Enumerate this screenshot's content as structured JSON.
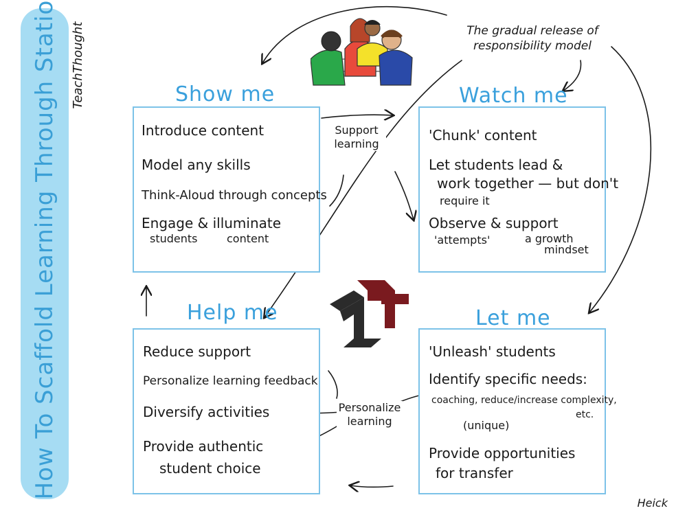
{
  "side_title": "How To Scaffold Learning Through Station Teaching",
  "brand": "TeachThought",
  "model_note": "The gradual release of responsibility model",
  "signature": "Heick",
  "panels": {
    "show": {
      "title": "Show me",
      "items": [
        "Introduce content",
        "Model any skills",
        "Think-Aloud through concepts",
        "Engage & illuminate",
        "students",
        "content"
      ]
    },
    "watch": {
      "title": "Watch me",
      "items": [
        "'Chunk' content",
        "Let students lead &",
        "work together — but don't",
        "require it",
        "Observe & support",
        "'attempts'",
        "a growth",
        "mindset"
      ]
    },
    "help": {
      "title": "Help me",
      "items": [
        "Reduce support",
        "Personalize learning feedback",
        "Diversify activities",
        "Provide authentic",
        "student choice"
      ]
    },
    "let": {
      "title": "Let me",
      "items": [
        "'Unleash' students",
        "Identify specific needs:",
        "coaching, reduce/increase complexity,",
        "etc.",
        "(unique)",
        "Provide opportunities",
        "for transfer"
      ]
    }
  },
  "connectors": {
    "support": [
      "Support",
      "learning"
    ],
    "personalize": [
      "Personalize",
      "learning"
    ]
  },
  "colors": {
    "banner": "#a6dcf3",
    "title_blue": "#3aa0dc",
    "panel_border": "#7cc2e8",
    "logo_dark": "#7a1a1f",
    "logo_black": "#2b2b2b"
  }
}
